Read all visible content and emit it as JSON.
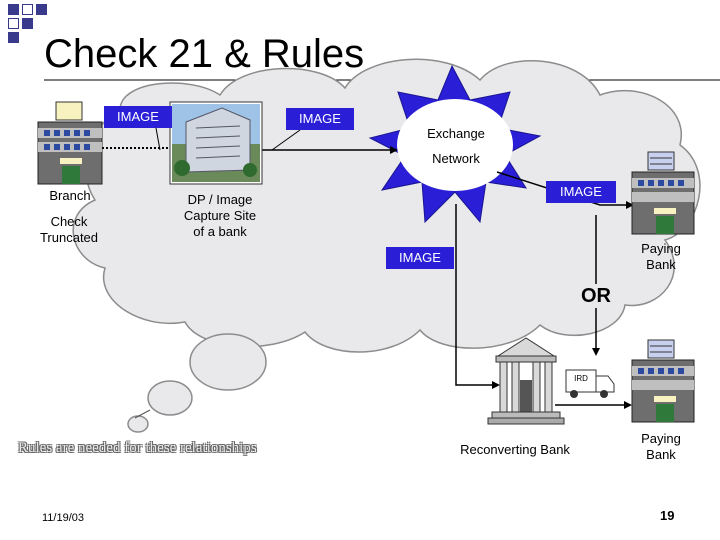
{
  "title": "Check 21 & Rules",
  "labels": {
    "branch": "Branch",
    "check_truncated": "Check\nTruncated",
    "dp_capture": "DP / Image\nCapture Site\nof a bank",
    "exchange": "Exchange",
    "network": "Network",
    "paying_bank_top": "Paying\nBank",
    "or": "OR",
    "ird": "IRD",
    "reconverting_bank": "Reconverting Bank",
    "paying_bank_bottom": "Paying\nBank",
    "rules_note": "Rules are needed for these relationships"
  },
  "image_tags": [
    "IMAGE",
    "IMAGE",
    "IMAGE",
    "IMAGE"
  ],
  "footer": {
    "date": "11/19/03",
    "page": "19"
  },
  "colors": {
    "image_tag": "#2a1fd6",
    "starburst": "#2a1fd6",
    "cloud_fill": "#e9e9ec",
    "building_brick": "#6e6e6e",
    "bank_pillars": "#d9d9d9"
  },
  "icons": [
    "branch-building-icon",
    "capture-site-photo-icon",
    "paying-bank-building-icon",
    "reconverting-bank-icon",
    "ird-truck-icon",
    "slide-bullet-icon"
  ]
}
